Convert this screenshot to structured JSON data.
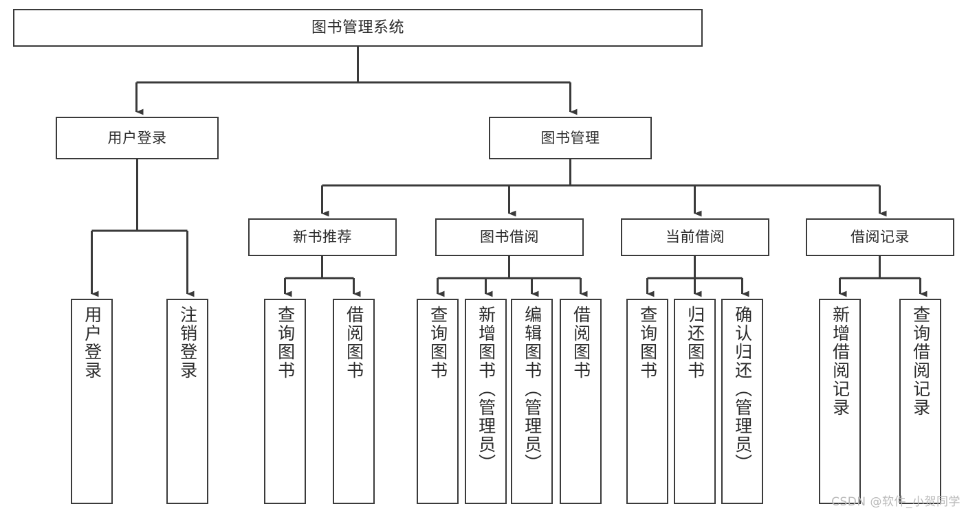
{
  "diagram": {
    "title": "图书管理系统",
    "watermark": "CSDN @软件_小贺同学",
    "colors": {
      "background": "#ffffff",
      "box_border": "#3a3a3a",
      "edge": "#3a3a3a",
      "text": "#2b2b2b",
      "watermark": "#b9b9b9"
    },
    "root": {
      "label": "图书管理系统"
    },
    "level2": [
      {
        "label": "用户登录"
      },
      {
        "label": "图书管理"
      }
    ],
    "level3": [
      {
        "label": "新书推荐"
      },
      {
        "label": "图书借阅"
      },
      {
        "label": "当前借阅"
      },
      {
        "label": "借阅记录"
      }
    ],
    "leaves": {
      "user_login": [
        {
          "label": "用户登录"
        },
        {
          "label": "注销登录"
        }
      ],
      "new_book_recommend": [
        {
          "label": "查询图书"
        },
        {
          "label": "借阅图书"
        }
      ],
      "book_borrow": [
        {
          "label": "查询图书"
        },
        {
          "label": "新增图书（管理员）"
        },
        {
          "label": "编辑图书（管理员）"
        },
        {
          "label": "借阅图书"
        }
      ],
      "current_borrow": [
        {
          "label": "查询图书"
        },
        {
          "label": "归还图书"
        },
        {
          "label": "确认归还（管理员）"
        }
      ],
      "borrow_record": [
        {
          "label": "新增借阅记录"
        },
        {
          "label": "查询借阅记录"
        }
      ]
    }
  }
}
